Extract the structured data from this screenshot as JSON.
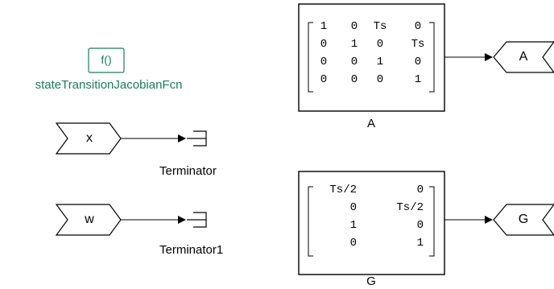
{
  "function_block": {
    "label": "f()",
    "name": "stateTransitionJacobianFcn",
    "color": "#1c7a5a"
  },
  "inputs": [
    {
      "tag": "x",
      "terminator_name": "Terminator"
    },
    {
      "tag": "w",
      "terminator_name": "Terminator1"
    }
  ],
  "matrices": [
    {
      "name": "A",
      "rows": [
        [
          "1",
          "0",
          "Ts",
          "0"
        ],
        [
          "0",
          "1",
          "0",
          "Ts"
        ],
        [
          "0",
          "0",
          "1",
          "0"
        ],
        [
          "0",
          "0",
          "0",
          "1"
        ]
      ],
      "goto_tag": "A"
    },
    {
      "name": "G",
      "rows": [
        [
          "Ts/2",
          "0"
        ],
        [
          "0",
          "Ts/2"
        ],
        [
          "1",
          "0"
        ],
        [
          "0",
          "1"
        ]
      ],
      "goto_tag": "G"
    }
  ]
}
